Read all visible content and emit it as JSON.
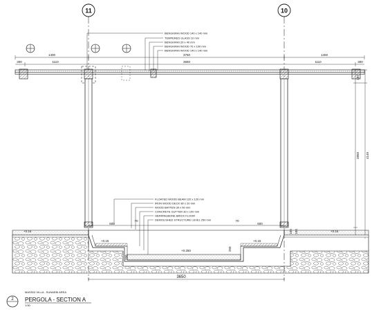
{
  "grid": {
    "left": "11",
    "right": "10"
  },
  "roof_callouts": [
    "BENGKIRAI WOOD 140 x 140 mm",
    "TEMPERED GLASS 10 mm",
    "BENGKIRAI 20 x 40 mm",
    "BENGKIRAI WOOD 70 x 100 mm",
    "BENGKIRAI WOOD 140 x 140 mm"
  ],
  "floor_callouts": [
    "FLOATED WOOD BEAM 120 x 120 mm",
    "IRON WOOD DECK 80 x 20 mm",
    "WOOD BATTEN 30 x 50 mm",
    "CONCRETE GUTTER 30 x 100 mm",
    "HERRINGBONE BRICK FLOOR",
    "DEMOLISHED STRUCTURE LEVEL 250 mm"
  ],
  "dims_top": {
    "d1": "1400",
    "d2": "1400",
    "overall": "3750",
    "inner": "3650",
    "sub_l1": "300",
    "sub_l2": "1110",
    "sub_r1": "1110",
    "sub_r2": "300"
  },
  "dims_bottom": {
    "left": "600",
    "small_l": "70",
    "small_r": "70",
    "right": "600",
    "overall": "3650"
  },
  "dims_right": {
    "height": "2850",
    "total": "4149",
    "top": "467",
    "bottom1": "100",
    "bottom2": "100"
  },
  "levels": {
    "left_outer": "+0.15",
    "left_inner": "+0.15",
    "center": "+0.250",
    "right_inner": "+0.15",
    "right_outer": "+0.15"
  },
  "low_dims": {
    "left": "250",
    "mid": "250"
  },
  "title": {
    "project": "MASSID VILLA - SUNAEBI AREA",
    "number": "2",
    "name": "PERGOLA - SECTION A",
    "scale": "1:50"
  }
}
